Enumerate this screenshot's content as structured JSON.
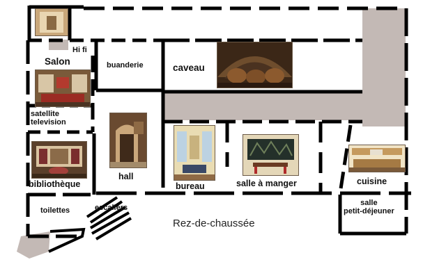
{
  "floor_title": "Rez-de-chaussée",
  "rooms": {
    "hifi": "Hi fi",
    "salon": "Salon",
    "buanderie": "buanderie",
    "caveau": "caveau",
    "satellite_line1": "satellite",
    "satellite_line2": "television",
    "bibliotheque": "bibliothèque",
    "hall": "hall",
    "bureau": "bureau",
    "salle_a_manger": "salle à manger",
    "cuisine": "cuisine",
    "toilettes": "toilettes",
    "escaliers": "escaliers",
    "salle_line1": "salle",
    "salle_line2": "petit-déjeuner"
  },
  "colors": {
    "wall": "#000000",
    "service_area": "#c3b9b5",
    "background": "#ffffff"
  }
}
